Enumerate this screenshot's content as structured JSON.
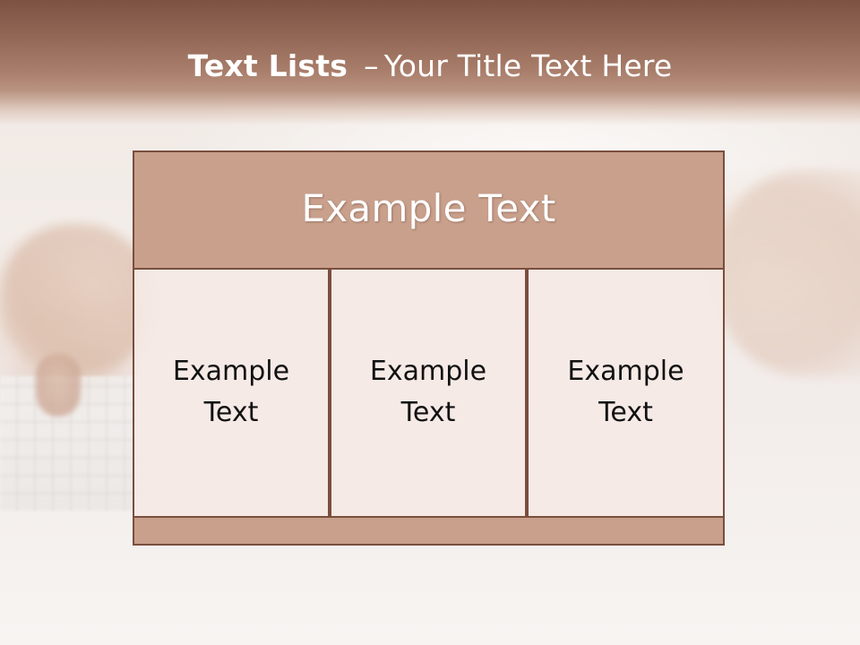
{
  "title": {
    "bold": "Text Lists",
    "dash": "–",
    "rest": "Your Title Text Here"
  },
  "diagram": {
    "header": "Example Text",
    "cells": [
      {
        "text": "Example\nText"
      },
      {
        "text": "Example\nText"
      },
      {
        "text": "Example\nText"
      }
    ]
  },
  "colors": {
    "title_band": "#8f6453",
    "box_fill": "#c8a08c",
    "box_border": "#7a4e3e",
    "cell_fill": "#f5e9e5",
    "title_text": "#ffffff",
    "cell_text": "#111111"
  }
}
